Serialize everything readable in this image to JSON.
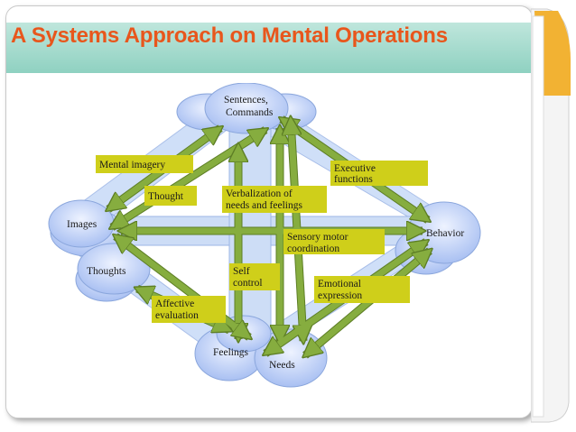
{
  "slide": {
    "title": "A Systems Approach on Mental Operations"
  },
  "colors": {
    "title_text": "#e8561c",
    "title_band": "#9fd8c9",
    "arrow_fill": "#86ad3f",
    "label_box": "#cfcf1a",
    "node_fill": "#b9cdf5"
  },
  "diagram": {
    "nodes": {
      "sentences": [
        "Sentences,",
        "Commands"
      ],
      "images": "Images",
      "thoughts": "Thoughts",
      "behavior": "Behavior",
      "feelings": "Feelings",
      "needs": "Needs"
    },
    "labels": {
      "mental_imagery": "Mental imagery",
      "thought": "Thought",
      "verbalization": [
        "Verbalization of",
        "needs and feelings"
      ],
      "executive": [
        "Executive",
        "functions"
      ],
      "sensory": [
        "Sensory motor",
        "coordination"
      ],
      "self_control": [
        "Self",
        "control"
      ],
      "emotional": [
        "Emotional",
        "expression"
      ],
      "affective": [
        "Affective",
        "evaluation"
      ]
    }
  }
}
